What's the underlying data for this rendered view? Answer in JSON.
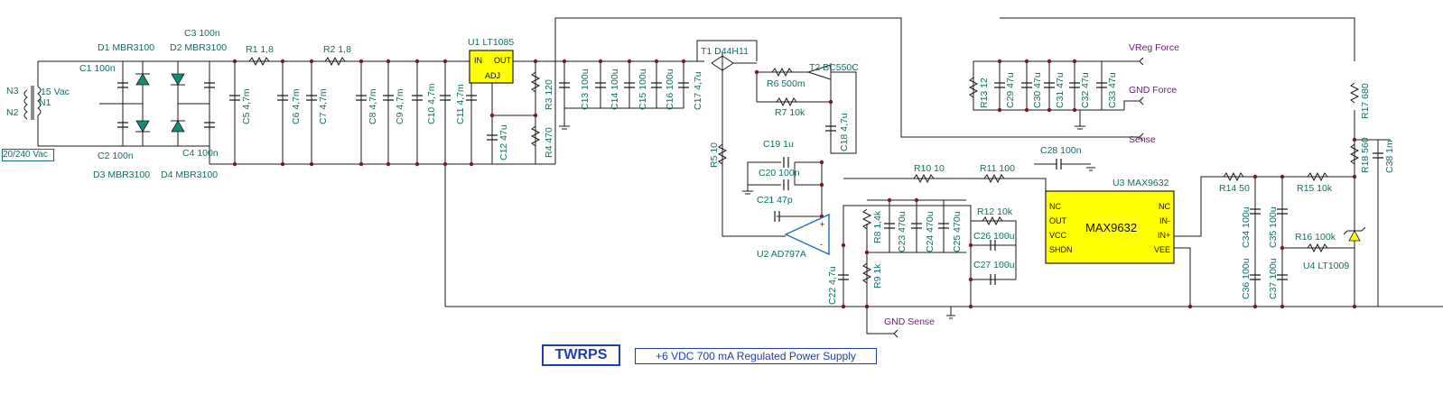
{
  "title": "TWRPS",
  "subtitle": "+6 VDC 700 mA Regulated Power Supply",
  "input_label": "20/240 Vac",
  "transformer": {
    "n3": "N3",
    "n2": "N2",
    "n1": "N1",
    "secondary": "15 Vac"
  },
  "diodes": {
    "d1": "D1 MBR3100",
    "d2": "D2 MBR3100",
    "d3": "D3 MBR3100",
    "d4": "D4 MBR3100"
  },
  "capacitors": {
    "c1": "C1 100n",
    "c2": "C2 100n",
    "c3": "C3 100n",
    "c4": "C4 100n",
    "c5": "C5 4,7m",
    "c6": "C6 4,7m",
    "c7": "C7 4,7m",
    "c8": "C8 4,7m",
    "c9": "C9 4,7m",
    "c10": "C10 4,7m",
    "c11": "C11 4,7m",
    "c12": "C12 47u",
    "c13": "C13 100u",
    "c14": "C14 100u",
    "c15": "C15 100u",
    "c16": "C16 100u",
    "c17": "C17 4,7u",
    "c18": "C18 4,7u",
    "c19": "C19 1u",
    "c20": "C20 100n",
    "c21": "C21 47p",
    "c22": "C22 4,7u",
    "c23": "C23 470u",
    "c24": "C24 470u",
    "c25": "C25 470u",
    "c26": "C26 100u",
    "c27": "C27 100u",
    "c28": "C28 100n",
    "c29": "C29 47u",
    "c30": "C30 47u",
    "c31": "C31 47u",
    "c32": "C32 47u",
    "c33": "C33 47u",
    "c34": "C34 100u",
    "c35": "C35 100u",
    "c36": "C36 100u",
    "c37": "C37 100u",
    "c38": "C38 1m"
  },
  "resistors": {
    "r1": "R1 1,8",
    "r2": "R2 1,8",
    "r3": "R3 120",
    "r4": "R4 470",
    "r5": "R5 10",
    "r6": "R6 500m",
    "r7": "R7 10k",
    "r8": "R8 1,4k",
    "r9": "R9 1k",
    "r10": "R10 10",
    "r11": "R11 100",
    "r12": "R12 10k",
    "r13": "R13 12",
    "r14": "R14 50",
    "r15": "R15 10k",
    "r16": "R16 100k",
    "r17": "R17 680",
    "r18": "R18 560"
  },
  "transistors": {
    "t1": "T1 D44H11",
    "t2": "T2 BC550C"
  },
  "u1": {
    "label": "U1 LT1085",
    "in": "IN",
    "out": "OUT",
    "adj": "ADJ"
  },
  "u2": {
    "label": "U2 AD797A",
    "plus": "+",
    "minus": "-"
  },
  "u3": {
    "label": "U3 MAX9632",
    "name": "MAX9632",
    "pins_left": [
      "NC",
      "OUT",
      "VCC",
      "SHDN"
    ],
    "pins_right": [
      "NC",
      "IN-",
      "IN+",
      "VEE"
    ]
  },
  "u4": {
    "label": "U4 LT1009"
  },
  "nets": {
    "vreg_force": "VReg Force",
    "gnd_force": "GND Force",
    "sense": "Sense",
    "gnd_sense": "GND Sense"
  },
  "colors": {
    "wire": "#1a1a1a",
    "label": "#0f6f66",
    "net_label": "#6b1a75",
    "ic_fill": "#ffff00",
    "title": "#1f3fa8",
    "diode": "#168a78",
    "junction": "#7a1a1a"
  }
}
